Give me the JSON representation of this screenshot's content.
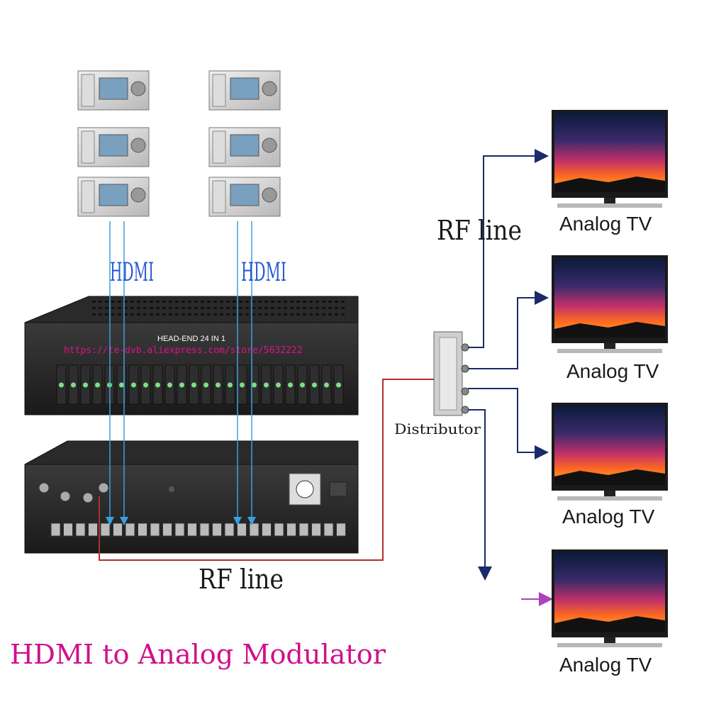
{
  "labels": {
    "hdmi_left": "HDMI",
    "hdmi_right": "HDMI",
    "rf_line_top": "RF line",
    "rf_line_bottom": "RF line",
    "distributor": "Distributor",
    "headend_label": "HEAD-END 24 IN 1",
    "watermark": "https://te-dvb.aliexpress.com/store/5632222",
    "title": "HDMI to Analog Modulator"
  },
  "tvs": [
    {
      "label": "Analog TV"
    },
    {
      "label": "Analog TV"
    },
    {
      "label": "Analog TV"
    },
    {
      "label": "Analog TV"
    }
  ],
  "colors": {
    "hdmi_line": "#3aa0e0",
    "rf_line_red": "#b03030",
    "distribution_line": "#1a2a6a",
    "title_color": "#d0108a",
    "watermark_color": "#e0108a",
    "tv_frame": "#1a1a1a",
    "arrow_purple": "#b040c0"
  }
}
